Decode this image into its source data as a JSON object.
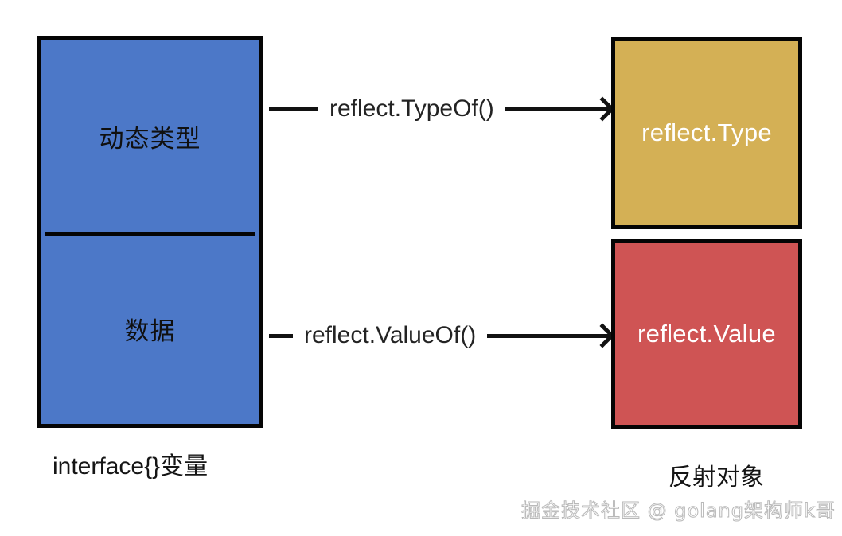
{
  "diagram": {
    "interface_box": {
      "name": "interface{}变量",
      "caption": "interface{}变量",
      "cells": [
        {
          "label": "动态类型"
        },
        {
          "label": "数据"
        }
      ],
      "fill_color": "#4C78C8",
      "border_color": "#050505"
    },
    "connectors": [
      {
        "label": "reflect.TypeOf()",
        "from": "动态类型",
        "to": "reflect.Type"
      },
      {
        "label": "reflect.ValueOf()",
        "from": "数据",
        "to": "reflect.Value"
      }
    ],
    "objects": [
      {
        "label": "reflect.Type",
        "fill_color": "#D4B055",
        "text_color": "#ffffff"
      },
      {
        "label": "reflect.Value",
        "fill_color": "#CF5454",
        "text_color": "#ffffff"
      }
    ],
    "objects_caption": "反射对象",
    "watermark": "掘金技术社区 @ golang架构师k哥"
  }
}
